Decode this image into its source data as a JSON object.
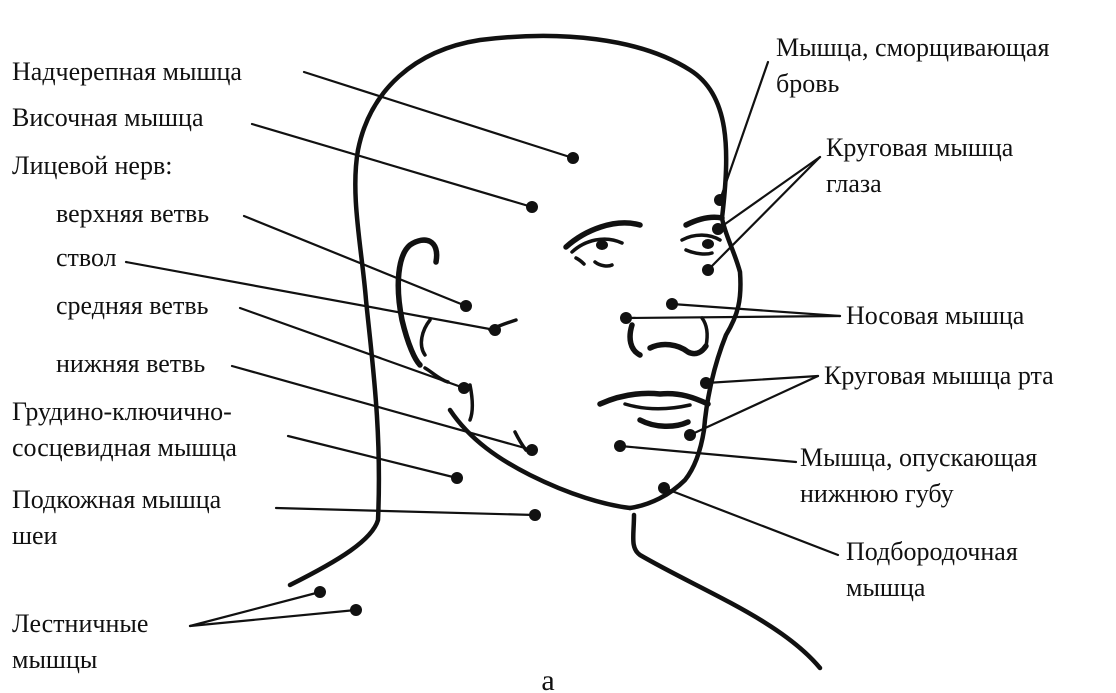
{
  "diagram": {
    "caption": "а",
    "labels": {
      "nadcherepnaya": "Надчерепная мышца",
      "visochnaya": "Височная мышца",
      "litsevoy_nerv": "Лицевой нерв:",
      "verkhnyaya_vetv": "верхняя ветвь",
      "stvol": "ствол",
      "srednyaya_vetv": "средняя ветвь",
      "nizhnyaya_vetv": "нижняя ветвь",
      "grudino_1": "Грудино-ключично-",
      "grudino_2": "сосцевидная мышца",
      "podkozhnaya_1": "Подкожная мышца",
      "podkozhnaya_2": "шеи",
      "lestnichnye_1": "Лестничные",
      "lestnichnye_2": "мышцы",
      "smorsch_1": "Мышца, сморщивающая",
      "smorsch_2": "бровь",
      "krug_glaza_1": "Круговая мышца",
      "krug_glaza_2": "глаза",
      "nosovaya": "Носовая мышца",
      "krug_rta": "Круговая мышца рта",
      "opusk_1": "Мышца, опускающая",
      "opusk_2": "нижнюю губу",
      "podborod_1": "Подбородочная",
      "podborod_2": "мышца"
    }
  }
}
